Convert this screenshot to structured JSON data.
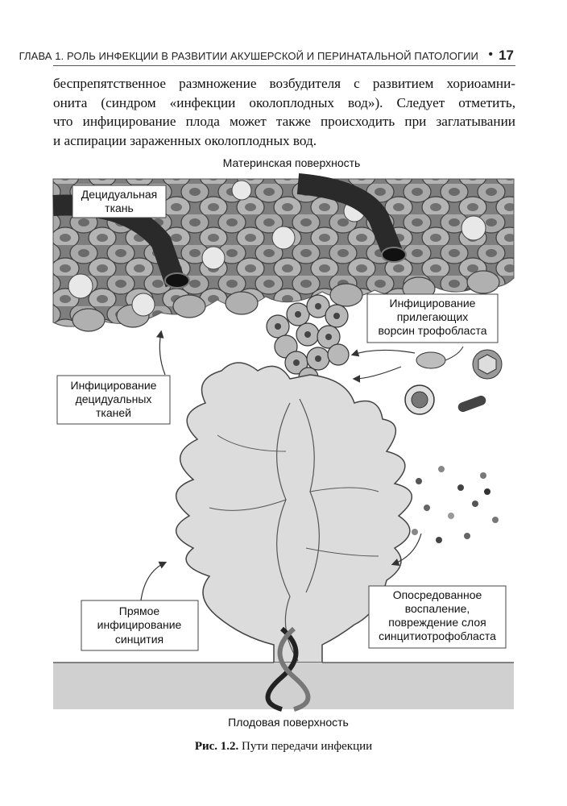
{
  "header": {
    "chapter_title": "ГЛАВА 1. РОЛЬ ИНФЕКЦИИ В РАЗВИТИИ АКУШЕРСКОЙ И ПЕРИНАТАЛЬНОЙ ПАТОЛОГИИ",
    "bullet": "•",
    "page_number": "17"
  },
  "body_lines": [
    "беспрепятственное размножение возбудителя с развитием хориоамни-",
    "онита (синдром «инфекции околоплодных вод»). Следует отметить,",
    "что инфицирование плода может также происходить при заглатывании",
    "и аспирации зараженных околоплодных вод."
  ],
  "figure": {
    "top_label": "Материнская поверхность",
    "bottom_label": "Плодовая поверхность",
    "labels": {
      "decidual_tissue": [
        "Децидуальная",
        "ткань"
      ],
      "infect_villi": [
        "Инфицирование",
        "прилегающих",
        "ворсин трофобласта"
      ],
      "infect_decidual": [
        "Инфицирование",
        "децидуальных",
        "тканей"
      ],
      "direct_infect": [
        "Прямое",
        "инфицирование",
        "синцития"
      ],
      "mediated_inflammation": [
        "Опосредованное",
        "воспаление,",
        "повреждение слоя",
        "синцитиотрофобласта"
      ]
    }
  },
  "caption": {
    "number": "Рис. 1.2.",
    "text": "Пути передачи инфекции"
  }
}
